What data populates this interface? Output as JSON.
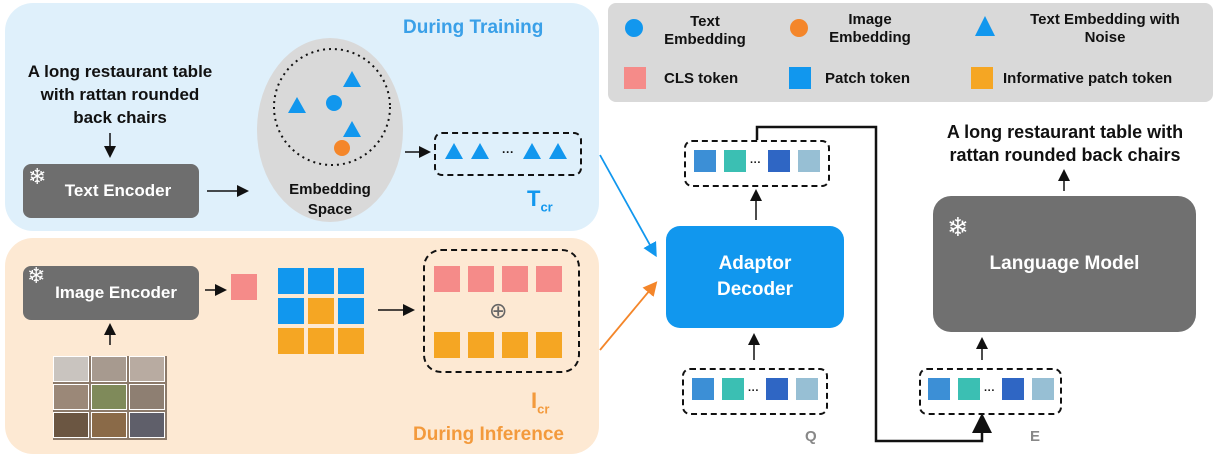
{
  "training": {
    "title": "During Training",
    "caption_lines": [
      "A long restaurant table",
      "with rattan rounded",
      "back chairs"
    ],
    "text_encoder": "Text Encoder",
    "embedding_space_lines": [
      "Embedding",
      "Space"
    ],
    "tcr_main": "T",
    "tcr_sub": "cr"
  },
  "inference": {
    "title": "During Inference",
    "image_encoder": "Image Encoder",
    "icr_main": "I",
    "icr_sub": "cr"
  },
  "legend": {
    "text_embedding_lines": [
      "Text",
      "Embedding"
    ],
    "image_embedding_lines": [
      "Image",
      "Embedding"
    ],
    "noise_embedding_lines": [
      "Text Embedding with",
      "Noise"
    ],
    "cls_token": "CLS token",
    "patch_token": "Patch token",
    "informative_patch_token": "Informative patch token"
  },
  "decoder": {
    "label_lines": [
      "Adaptor",
      "Decoder"
    ],
    "q_label": "Q",
    "e_label": "E",
    "ellipsis": "···"
  },
  "language_model": {
    "label": "Language Model",
    "output_lines": [
      "A long restaurant table with",
      "rattan rounded back chairs"
    ]
  },
  "colors": {
    "text_embedding": "#1197ee",
    "image_embedding": "#f4862a",
    "cls_token": "#f58b89",
    "patch_token": "#1197ee",
    "informative_patch_token": "#f5a623",
    "training_bg": "#dff0fb",
    "inference_bg": "#fde9d3"
  },
  "icons": {
    "snowflake": "❄",
    "plus": "⊕"
  }
}
